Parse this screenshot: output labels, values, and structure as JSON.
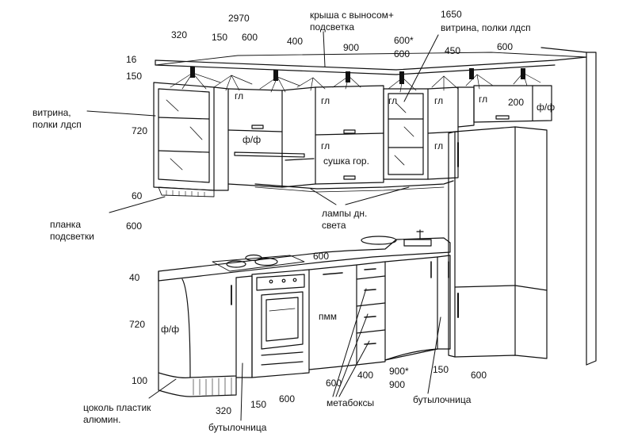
{
  "dimensions": {
    "total_length": "2970",
    "top_320": "320",
    "top_150": "150",
    "top_600": "600",
    "top_400": "400",
    "top_900": "900",
    "top_600_star": "600*",
    "top_600_b": "600",
    "top_450": "450",
    "top_600_right": "600",
    "top_1650": "1650",
    "left_16": "16",
    "left_150": "150",
    "left_720_upper": "720",
    "left_60": "60",
    "left_600": "600",
    "counter_600": "600",
    "left_40": "40",
    "left_720_lower": "720",
    "left_100": "100",
    "bottom_320": "320",
    "bottom_150": "150",
    "bottom_600": "600",
    "bottom_600_b": "600",
    "bottom_400": "400",
    "bottom_900_star": "900*",
    "bottom_900": "900",
    "bottom_150_b": "150",
    "bottom_600_right": "600"
  },
  "labels": {
    "roof_lighting": "крыша с выносом+\nподсветка",
    "showcase_right": "витрина, полки лдсп",
    "showcase_left": "витрина,\nполки лдсп",
    "light_strip": "планка\nподсветки",
    "gl_1": "гл",
    "gl_2": "гл",
    "gl_3": "гл",
    "gl_4": "гл",
    "gl_5": "гл",
    "gl_6": "гл",
    "gl_7": "гл",
    "ff_upper": "ф/ф",
    "ff_right": "ф/ф",
    "ff_lower": "ф/ф",
    "size_200": "200",
    "dryer": "сушка гор.",
    "lamps": "лампы дн.\nсвета",
    "dishwasher": "пмм",
    "plinth": "цоколь пластик\nалюмин.",
    "bottle_left": "бутылочница",
    "metaboxes": "метабоксы",
    "bottle_right": "бутылочница"
  }
}
